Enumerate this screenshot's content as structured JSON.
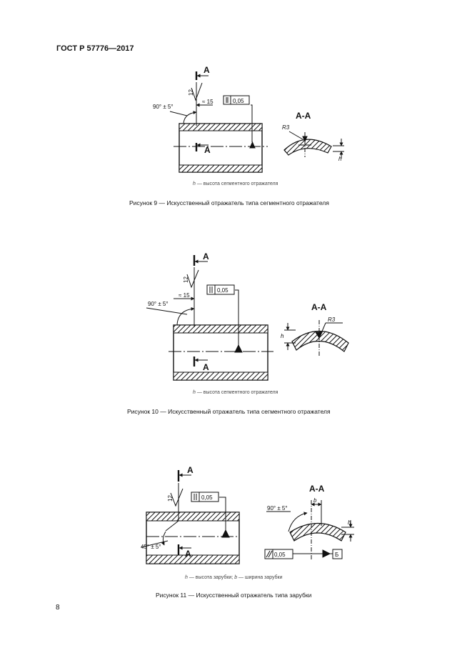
{
  "header": "ГОСТ Р 57776—2017",
  "page_number": "8",
  "figures": [
    {
      "legend": [
        {
          "sym": "h",
          "text": " — высота сегментного отражателя"
        }
      ],
      "caption": "Рисунок 9 — Искусственный отражатель типа сегментного отражателя",
      "labels": {
        "section_letter": "A",
        "section_title": "А-А",
        "roughness": "12",
        "angle": "90° ± 5°",
        "distance": "≈ 15",
        "tolerance": "0,05",
        "radius": "R3",
        "height": "h"
      }
    },
    {
      "legend": [
        {
          "sym": "h",
          "text": " — высота сегментного отражателя"
        }
      ],
      "caption": "Рисунок 10 — Искусственный отражатель типа сегментного отражателя",
      "labels": {
        "section_letter": "A",
        "section_title": "А-А",
        "roughness": "12",
        "angle": "90° ± 5°",
        "distance": "≈ 15",
        "tolerance": "0,05",
        "radius": "R3",
        "height": "h"
      }
    },
    {
      "legend": [
        {
          "sym": "h",
          "text": " — высота зарубки; "
        },
        {
          "sym": "b",
          "text": " — ширина зарубки"
        }
      ],
      "caption": "Рисунок 11 — Искусственный отражатель типа зарубки",
      "labels": {
        "section_letter": "A",
        "section_title": "А-А",
        "roughness": "12",
        "angle_a": "45° ± 5°",
        "angle_b": "90° ± 5°",
        "tolerance": "0,05",
        "datum": "Б",
        "height": "h",
        "width": "b"
      }
    }
  ]
}
